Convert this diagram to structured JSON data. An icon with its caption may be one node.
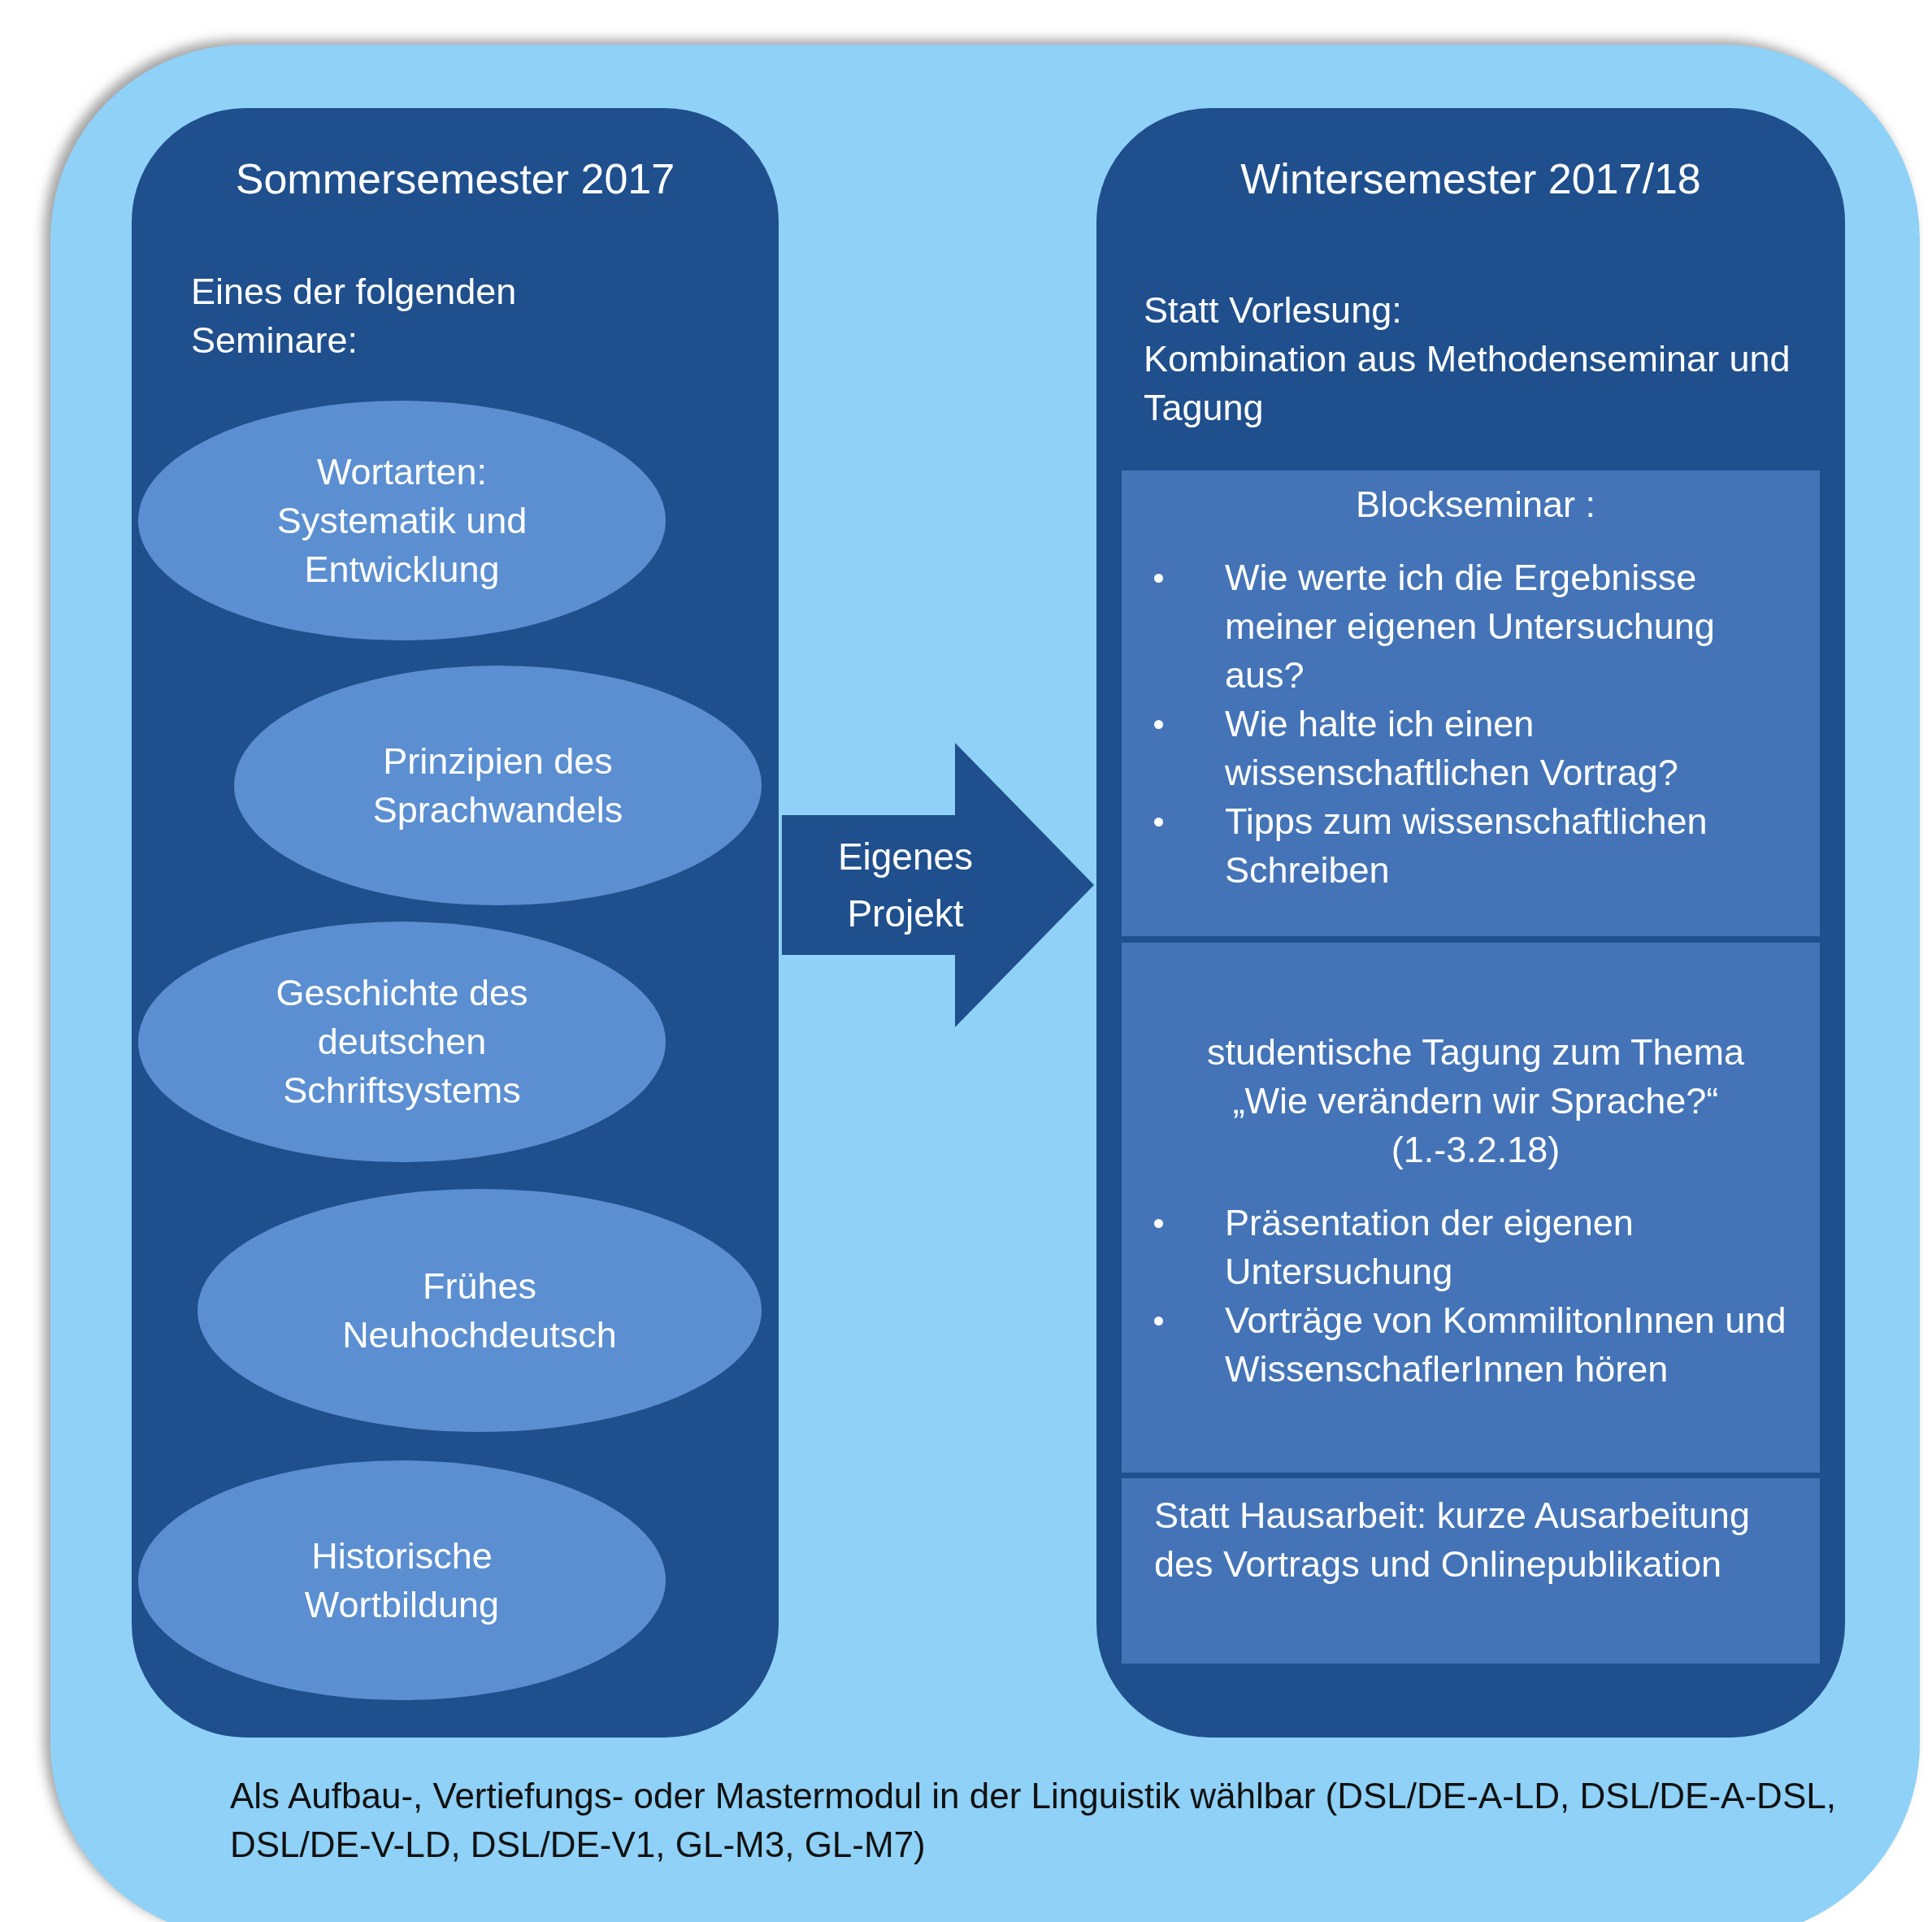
{
  "diagram": {
    "nodes": [
      {
        "text": [
          "Sommersemester 2017",
          "Eines der folgenden Seminare:"
        ]
      },
      {
        "text": [
          "Wortarten: Systematik und Entwicklung"
        ],
        "in": 0
      },
      {
        "text": [
          "Prinzipien des Sprachwandels"
        ],
        "in": 0
      },
      {
        "text": [
          "Geschichte des deutschen Schriftsystems"
        ],
        "in": 0
      },
      {
        "text": [
          "Frühes Neuhochdeutsch"
        ],
        "in": 0
      },
      {
        "text": [
          "Historische Wortbildung"
        ],
        "in": 0
      },
      {
        "text": [
          "Wintersemester 2017/18",
          "Statt Vorlesung:",
          "Kombination aus Methodenseminar und Tagung"
        ]
      },
      {
        "text": [
          "Blockseminar :",
          "Wie werte ich die Ergebnisse meiner eigenen Untersuchung aus?",
          "Wie halte ich einen wissenschaftlichen Vortrag?",
          "Tipps zum wissenschaftlichen Schreiben"
        ],
        "in": 6
      },
      {
        "text": [
          "studentische Tagung zum Thema „Wie verändern wir Sprache?“ (1.-3.2.18)",
          "Präsentation der eigenen Untersuchung",
          "Vorträge von KommilitonInnen und WissenschaflerInnen hören"
        ],
        "in": 6
      },
      {
        "text": [
          "Statt Hausarbeit: kurze Ausarbeitung des Vortrags und Onlinepublikation"
        ],
        "in": 6
      }
    ],
    "edges": [
      {
        "from": 0,
        "to": 6,
        "arrow": "to",
        "label": "Eigenes Projekt"
      }
    ],
    "caption": "Als Aufbau-, Vertiefungs- oder Mastermodul in der Linguistik wählbar (DSL/DE-A-LD, DSL/DE-A-DSL, DSL/DE-V-LD, DSL/DE-V1, GL-M3, GL-M7)"
  }
}
